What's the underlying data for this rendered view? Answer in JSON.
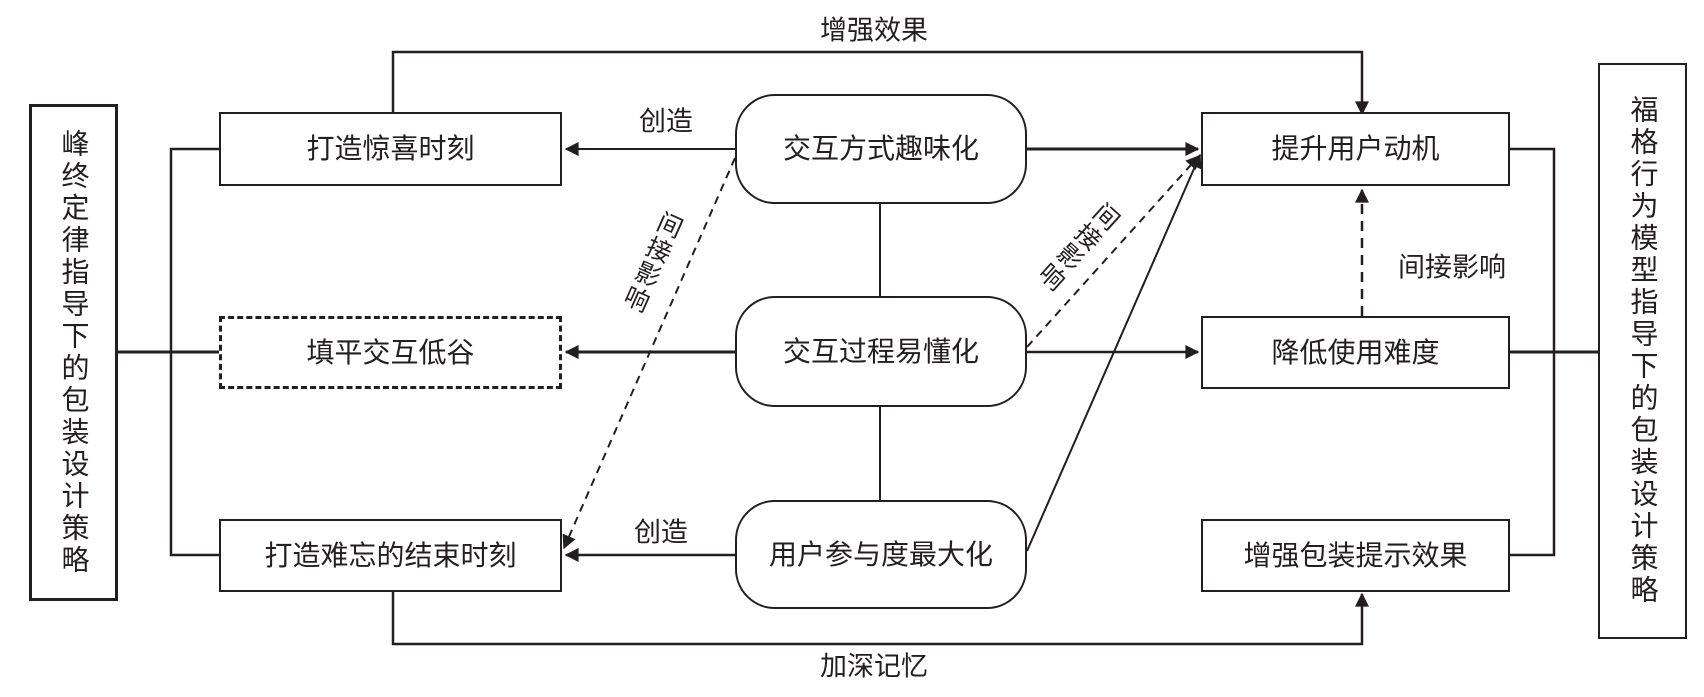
{
  "left_strategy": "峰终定律指导下的包装设计策略",
  "right_strategy": "福格行为模型指导下的包装设计策略",
  "left_nodes": {
    "surprise": "打造惊喜时刻",
    "valley": "填平交互低谷",
    "ending": "打造难忘的结束时刻"
  },
  "center_nodes": {
    "fun": "交互方式趣味化",
    "easy": "交互过程易懂化",
    "engagement": "用户参与度最大化"
  },
  "right_nodes": {
    "motivation": "提升用户动机",
    "difficulty": "降低使用难度",
    "prompt": "增强包装提示效果"
  },
  "edge_labels": {
    "top": "增强效果",
    "bottom": "加深记忆",
    "create_top": "创造",
    "create_bottom": "创造",
    "indirect_left": "间接影响",
    "indirect_right": "间接影响",
    "indirect_vertical": "间接影响"
  },
  "colors": {
    "line": "#231f20",
    "background": "#ffffff"
  }
}
